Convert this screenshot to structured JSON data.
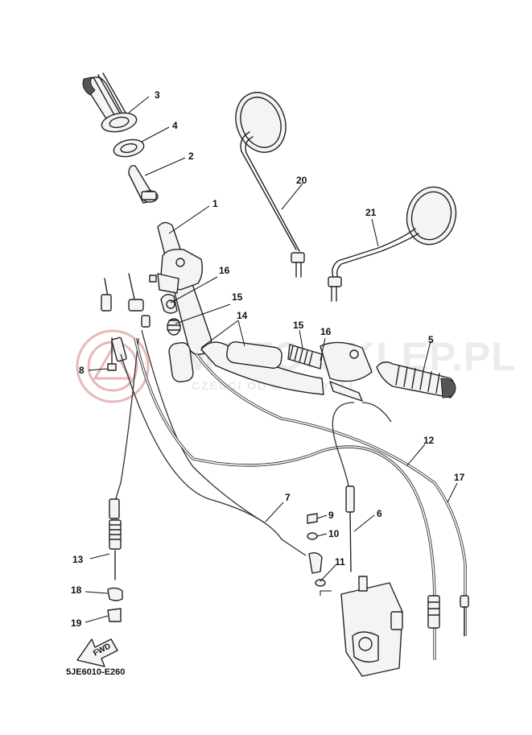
{
  "diagram": {
    "code": "5JE6010-E260",
    "fwd_label": "FWD",
    "watermark": {
      "main": "MOTO-SKLEP.PL",
      "sub": "CZESCI OD MOTOCYKLI"
    },
    "callouts": [
      {
        "id": "c1",
        "label": "1"
      },
      {
        "id": "c2",
        "label": "2"
      },
      {
        "id": "c3",
        "label": "3"
      },
      {
        "id": "c4",
        "label": "4"
      },
      {
        "id": "c5",
        "label": "5"
      },
      {
        "id": "c6",
        "label": "6"
      },
      {
        "id": "c7",
        "label": "7"
      },
      {
        "id": "c8",
        "label": "8"
      },
      {
        "id": "c9",
        "label": "9"
      },
      {
        "id": "c10",
        "label": "10"
      },
      {
        "id": "c11",
        "label": "11"
      },
      {
        "id": "c12",
        "label": "12"
      },
      {
        "id": "c13",
        "label": "13"
      },
      {
        "id": "c14",
        "label": "14"
      },
      {
        "id": "c15a",
        "label": "15"
      },
      {
        "id": "c15b",
        "label": "15"
      },
      {
        "id": "c16a",
        "label": "16"
      },
      {
        "id": "c16b",
        "label": "16"
      },
      {
        "id": "c17",
        "label": "17"
      },
      {
        "id": "c18",
        "label": "18"
      },
      {
        "id": "c19",
        "label": "19"
      },
      {
        "id": "c20",
        "label": "20"
      },
      {
        "id": "c21",
        "label": "21"
      }
    ]
  }
}
